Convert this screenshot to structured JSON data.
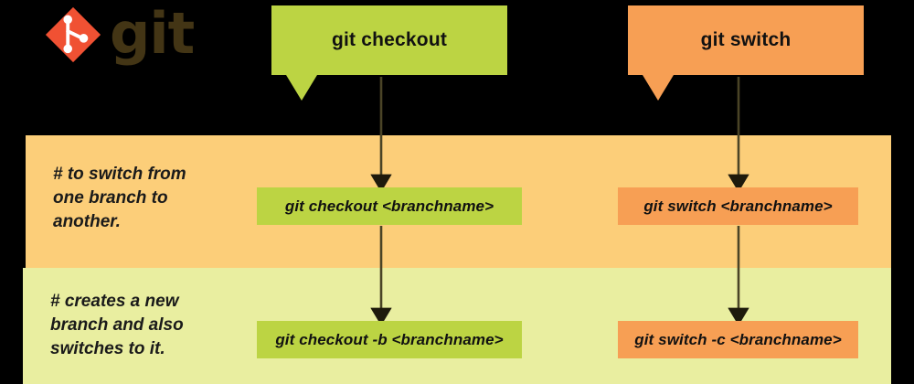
{
  "brand": {
    "logo_icon": "git-logo-diamond-icon",
    "wordmark": "git",
    "logo_color": "#F05133",
    "wordmark_color": "#433515"
  },
  "theme": {
    "green_accent": "#BCD443",
    "orange_accent": "#F79F54",
    "row1_background": "#FCCE79",
    "row2_background": "#E9EEA0",
    "page_background": "#000000",
    "arrow_color": "#4a4426"
  },
  "callouts": [
    {
      "id": "checkout",
      "label": "git checkout",
      "color": "#BCD443"
    },
    {
      "id": "switch",
      "label": "git switch",
      "color": "#F79F54"
    }
  ],
  "rows": [
    {
      "id": "switch-branch",
      "note": "#  to switch from\n    one branch to\n    another.",
      "background": "#FCCE79",
      "commands": [
        {
          "id": "checkout-branch",
          "text": "git checkout <branchname>",
          "color": "#BCD443"
        },
        {
          "id": "switch-branch",
          "text": "git switch <branchname>",
          "color": "#F79F54"
        }
      ]
    },
    {
      "id": "create-branch",
      "note": "#  creates a new\n    branch and also\n    switches to it.",
      "background": "#E9EEA0",
      "commands": [
        {
          "id": "checkout-b",
          "text": "git checkout -b <branchname>",
          "color": "#BCD443"
        },
        {
          "id": "switch-c",
          "text": "git switch -c <branchname>",
          "color": "#F79F54"
        }
      ]
    }
  ],
  "connectors": [
    {
      "id": "checkout-to-row1",
      "from": "callout-checkout",
      "to": "cmd-checkout-branch",
      "direction": "down"
    },
    {
      "id": "checkout-to-row2",
      "from": "cmd-checkout-branch",
      "to": "cmd-checkout-b",
      "direction": "down"
    },
    {
      "id": "switch-to-row1",
      "from": "callout-switch",
      "to": "cmd-switch-branch",
      "direction": "down"
    },
    {
      "id": "switch-to-row2",
      "from": "cmd-switch-branch",
      "to": "cmd-switch-c",
      "direction": "down"
    }
  ]
}
